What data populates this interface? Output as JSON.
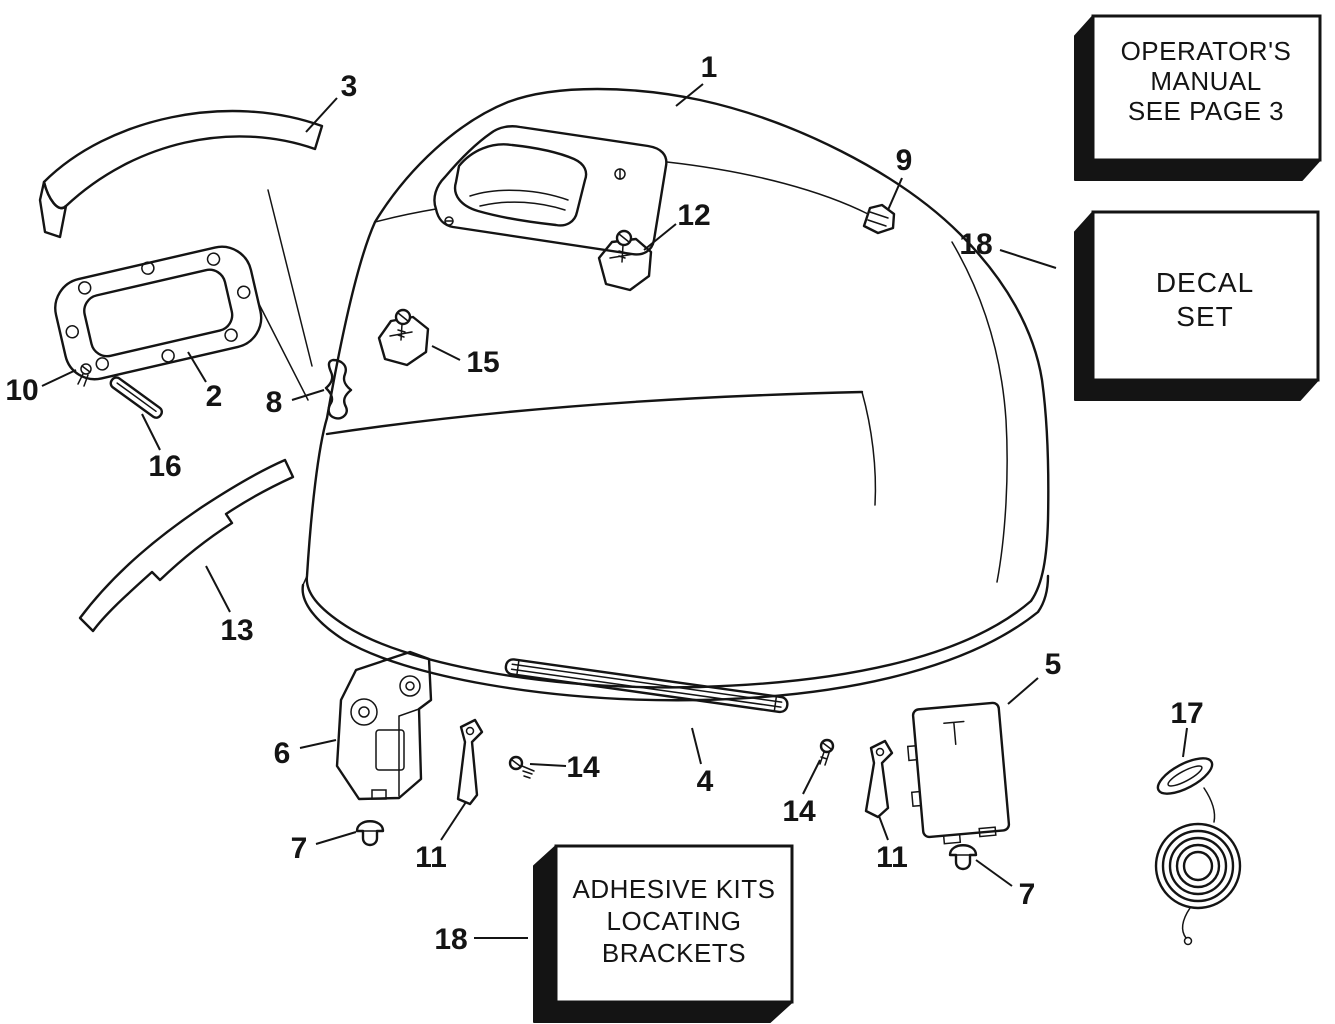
{
  "diagram": {
    "callouts": {
      "c1": "1",
      "c2": "2",
      "c3": "3",
      "c4": "4",
      "c5": "5",
      "c6": "6",
      "c7l": "7",
      "c7r": "7",
      "c8": "8",
      "c9": "9",
      "c10": "10",
      "c11l": "11",
      "c11r": "11",
      "c12": "12",
      "c13": "13",
      "c14l": "14",
      "c14r": "14",
      "c15": "15",
      "c16": "16",
      "c17": "17",
      "c18t": "18",
      "c18b": "18"
    },
    "boxes": {
      "manual": {
        "line1": "OPERATOR'S",
        "line2": "MANUAL",
        "line3": "SEE PAGE 3"
      },
      "decal": {
        "line1": "DECAL",
        "line2": "SET"
      },
      "adhesive": {
        "line1": "ADHESIVE KITS",
        "line2": "LOCATING",
        "line3": "BRACKETS"
      }
    },
    "colors": {
      "line": "#141414",
      "background": "#ffffff"
    }
  }
}
